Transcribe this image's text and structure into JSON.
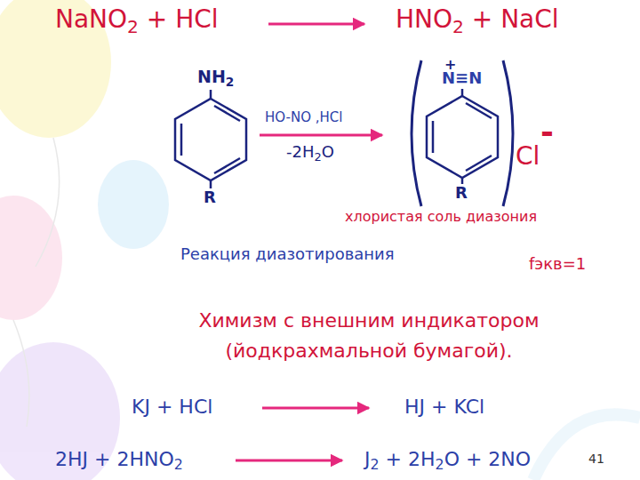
{
  "diagram": {
    "labels": [
      "NaNO2 + HCl",
      "HNO2 + NaCl",
      "NH2",
      "R",
      "HO-NO ,HCl",
      "-2H2O",
      "+",
      "N≡N",
      "R",
      "Cl",
      "-",
      "хлористая соль диазония",
      "Реакция диазотирования",
      "fэкв=1",
      "Химизм с внешним индикатором (йодкрахмальной бумагой).",
      "KJ + HCl",
      "HJ + KCl",
      "2HJ + 2HNO2",
      "J2 + 2H2O + 2NO",
      "41"
    ]
  }
}
